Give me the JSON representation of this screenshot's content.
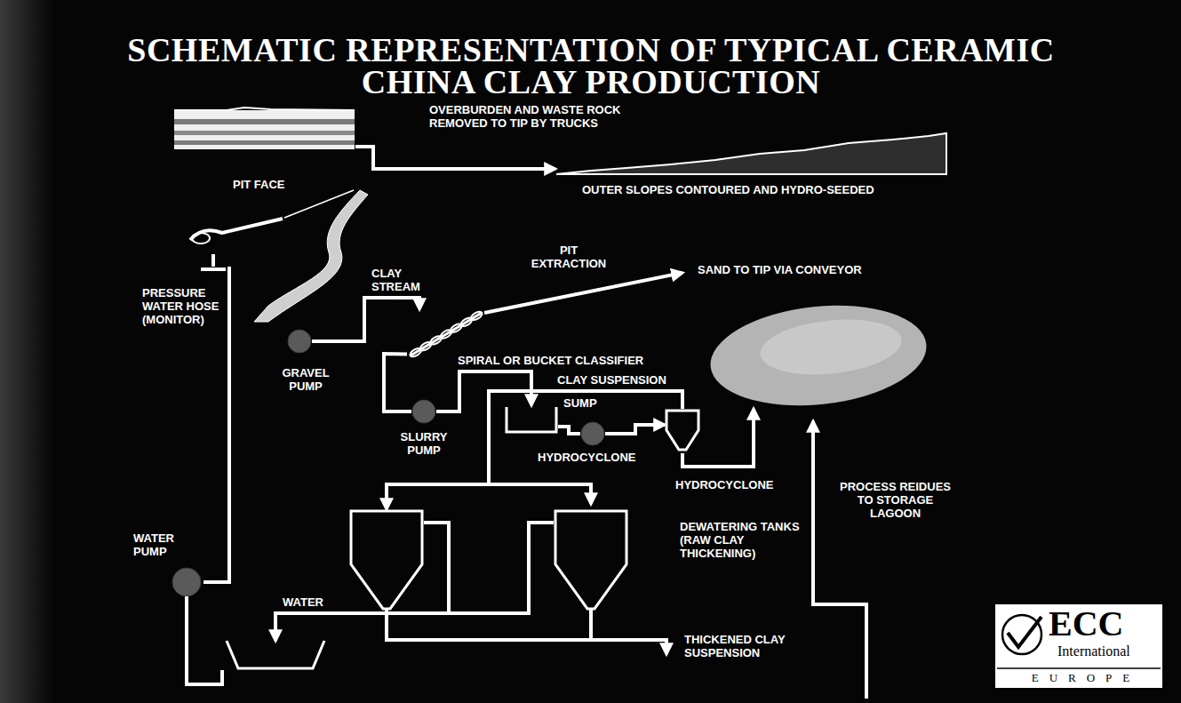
{
  "diagram": {
    "title": "SCHEMATIC REPRESENTATION OF TYPICAL CERAMIC CHINA CLAY PRODUCTION",
    "nodes": [
      {
        "text": [
          "PIT FACE"
        ]
      },
      {
        "text": [
          "OUTER SLOPES CONTOURED AND HYDRO-SEEDED"
        ]
      },
      {
        "text": [
          "GRAVEL PUMP"
        ]
      },
      {
        "text": [
          "SPIRAL OR BUCKET CLASSIFIER"
        ]
      },
      {
        "text": [
          "SLURRY PUMP"
        ]
      },
      {
        "text": [
          "SUMP"
        ]
      },
      {
        "text": [
          "HYDROCYCLONE"
        ]
      },
      {
        "text": [
          "HYDROCYCLONE"
        ]
      },
      {
        "text": [
          "PROCESS REIDUES TO STORAGE LAGOON"
        ]
      },
      {
        "text": [
          "DEWATERING TANKS (RAW CLAY THICKENING)"
        ]
      },
      {
        "text": [
          "WATER PUMP"
        ]
      }
    ],
    "edges": [
      {
        "from": 0,
        "to": 1,
        "label": "OVERBURDEN AND WASTE ROCK REMOVED TO TIP BY TRUCKS",
        "arrow": "to"
      },
      {
        "from": 2,
        "to": 3,
        "label": "CLAY STREAM",
        "arrow": "to"
      },
      {
        "from": 3,
        "to": 4,
        "arrow": "none"
      },
      {
        "from": 4,
        "to": 5,
        "label": "CLAY SUSPENSION",
        "arrow": "to"
      },
      {
        "from": 5,
        "to": 6,
        "arrow": "none"
      },
      {
        "from": 6,
        "to": 7,
        "arrow": "to"
      },
      {
        "from": 7,
        "to": 8,
        "arrow": "to"
      },
      {
        "from": 7,
        "to": 9,
        "arrow": "to"
      },
      {
        "from": 9,
        "to": 10,
        "label": "WATER",
        "arrow": "to"
      }
    ],
    "labels": [
      "PIT EXTRACTION",
      "SAND TO TIP VIA CONVEYOR",
      "PRESSURE WATER HOSE (MONITOR)",
      "THICKENED CLAY SUSPENSION",
      "ECC",
      "International",
      "EUROPE"
    ]
  }
}
